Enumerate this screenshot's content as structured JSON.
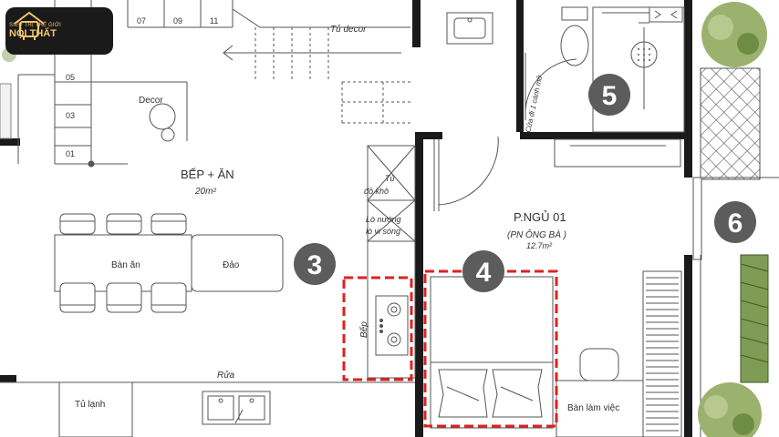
{
  "logo": {
    "top": "SIÊU THỊ THẾ GIỚI",
    "main": "NỘI THẤT"
  },
  "stairs": {
    "steps": [
      "01",
      "03",
      "05",
      "07",
      "09",
      "11"
    ]
  },
  "labels": {
    "tu_decor": "Tủ decor",
    "decor": "Decor",
    "bep_an": "BẾP + ĂN",
    "bep_an_area": "20m²",
    "ban_an": "Bàn ăn",
    "dao": "Đảo",
    "tu_do_kho_1": "Tủ",
    "tu_do_kho_2": "đồ khô",
    "lo_nuong_1": "Lò nướng",
    "lo_nuong_2": "lò vi sóng",
    "bep": "Bếp",
    "rua": "Rửa",
    "tu_lanh": "Tủ lạnh",
    "p_ngu_title": "P.NGỦ 01",
    "p_ngu_sub": "(PN ÔNG BÀ )",
    "p_ngu_area": "12.7m²",
    "ban_lam_viec": "Bàn làm việc",
    "cua_di": "Cửa đi 1 cánh mở"
  },
  "markers": [
    {
      "label": "3"
    },
    {
      "label": "4"
    },
    {
      "label": "5"
    },
    {
      "label": "6"
    }
  ],
  "colors": {
    "wall": "#1a1a1a",
    "line": "#555555",
    "marker_fill": "#5c5c5c",
    "marker_text": "#ffffff",
    "highlight": "#e02020",
    "foliage": "#7f9c55",
    "logo_bg": "#1a1a1a",
    "logo_text": "#f2c46d"
  }
}
